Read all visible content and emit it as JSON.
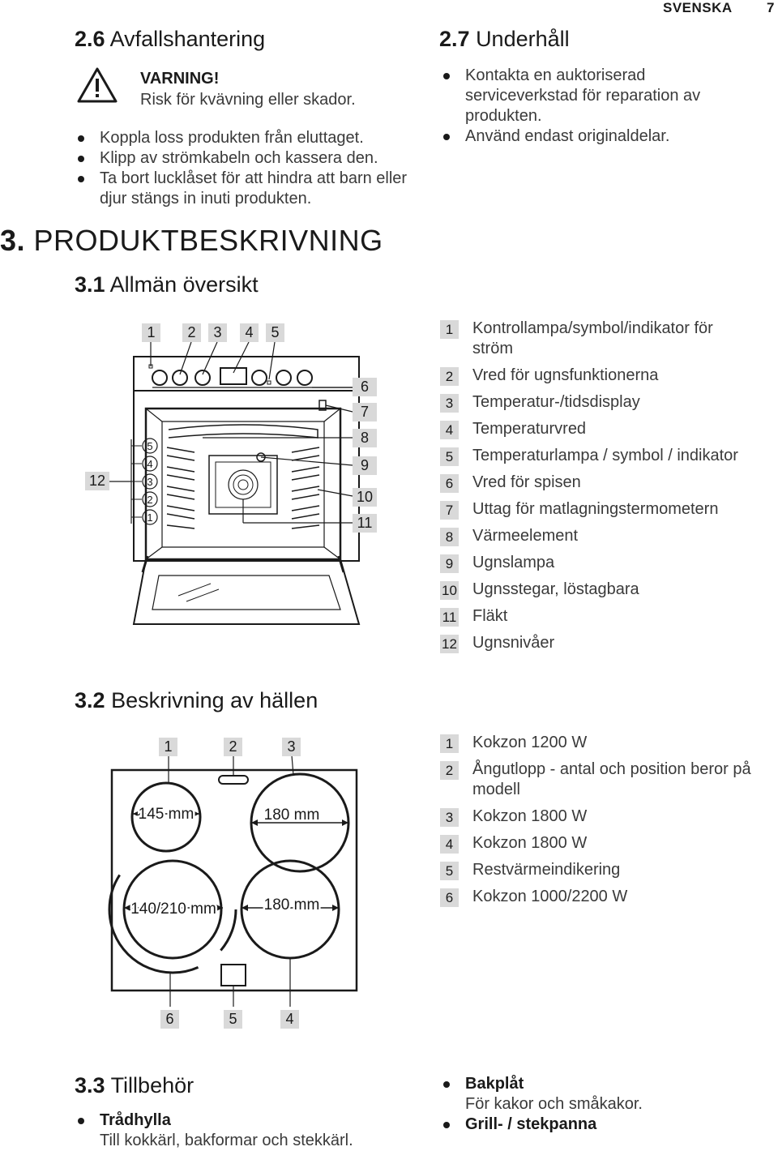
{
  "header": {
    "language": "SVENSKA",
    "page": "7"
  },
  "s26": {
    "num": "2.6",
    "title": "Avfallshantering",
    "warning_title": "VARNING!",
    "warning_text": "Risk för kvävning eller skador.",
    "items": [
      "Koppla loss produkten från eluttaget.",
      "Klipp av strömkabeln och kassera den.",
      "Ta bort lucklåset för att hindra att barn eller djur stängs in inuti produkten."
    ]
  },
  "s27": {
    "num": "2.7",
    "title": "Underhåll",
    "items": [
      "Kontakta en auktoriserad serviceverkstad för reparation av produkten.",
      "Använd endast originaldelar."
    ]
  },
  "s3": {
    "num": "3.",
    "title": "PRODUKTBESKRIVNING"
  },
  "s31": {
    "num": "3.1",
    "title": "Allmän översikt",
    "callouts": [
      "1",
      "2",
      "3",
      "4",
      "5",
      "6",
      "7",
      "8",
      "9",
      "10",
      "11",
      "12"
    ],
    "levels": [
      "5",
      "4",
      "3",
      "2",
      "1"
    ],
    "legend": [
      {
        "n": "1",
        "label": "Kontrollampa/symbol/indikator för ström"
      },
      {
        "n": "2",
        "label": "Vred för ugnsfunktionerna"
      },
      {
        "n": "3",
        "label": "Temperatur-/tidsdisplay"
      },
      {
        "n": "4",
        "label": "Temperaturvred"
      },
      {
        "n": "5",
        "label": "Temperaturlampa / symbol / indikator"
      },
      {
        "n": "6",
        "label": "Vred för spisen"
      },
      {
        "n": "7",
        "label": "Uttag för matlagningstermometern"
      },
      {
        "n": "8",
        "label": "Värmeelement"
      },
      {
        "n": "9",
        "label": "Ugnslampa"
      },
      {
        "n": "10",
        "label": "Ugnsstegar, löstagbara"
      },
      {
        "n": "11",
        "label": "Fläkt"
      },
      {
        "n": "12",
        "label": "Ugnsnivåer"
      }
    ]
  },
  "s32": {
    "num": "3.2",
    "title": "Beskrivning av hällen",
    "callouts_top": [
      "1",
      "2",
      "3"
    ],
    "callouts_bottom": [
      "6",
      "5",
      "4"
    ],
    "zones": {
      "tl": "145 mm",
      "tr": "180 mm",
      "bl": "140/210 mm",
      "br": "180 mm"
    },
    "legend": [
      {
        "n": "1",
        "label": "Kokzon 1200 W"
      },
      {
        "n": "2",
        "label": "Ångutlopp - antal och position beror på modell"
      },
      {
        "n": "3",
        "label": "Kokzon 1800 W"
      },
      {
        "n": "4",
        "label": "Kokzon 1800 W"
      },
      {
        "n": "5",
        "label": "Restvärmeindikering"
      },
      {
        "n": "6",
        "label": "Kokzon 1000/2200 W"
      }
    ]
  },
  "s33": {
    "num": "3.3",
    "title": "Tillbehör",
    "items": [
      {
        "title": "Trådhylla",
        "desc": "Till kokkärl, bakformar och stekkärl."
      },
      {
        "title": "Bakplåt",
        "desc": "För kakor och småkakor."
      },
      {
        "title": "Grill- / stekpanna"
      }
    ]
  }
}
